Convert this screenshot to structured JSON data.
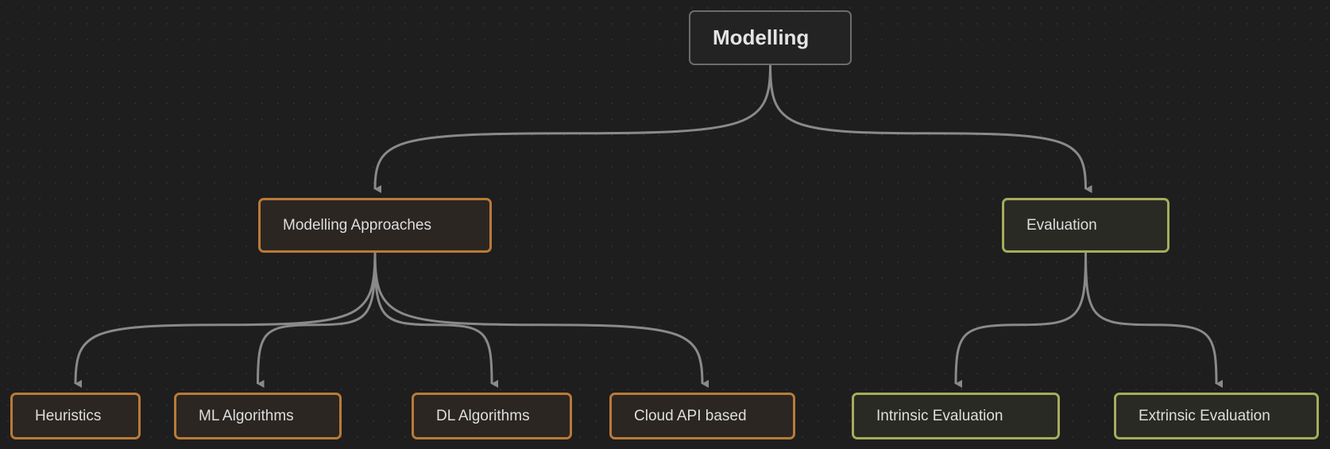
{
  "diagram": {
    "root": {
      "label": "Modelling"
    },
    "approaches": {
      "label": "Modelling Approaches",
      "children": [
        {
          "label": "Heuristics"
        },
        {
          "label": "ML Algorithms"
        },
        {
          "label": "DL Algorithms"
        },
        {
          "label": "Cloud API based"
        }
      ]
    },
    "evaluation": {
      "label": "Evaluation",
      "children": [
        {
          "label": "Intrinsic Evaluation"
        },
        {
          "label": "Extrinsic Evaluation"
        }
      ]
    },
    "colors": {
      "background": "#1e1e1e",
      "edge": "#8a8a8a",
      "approaches_border": "#b97a39",
      "evaluation_border": "#a5ad5c",
      "root_border": "#6c6c6c"
    }
  }
}
